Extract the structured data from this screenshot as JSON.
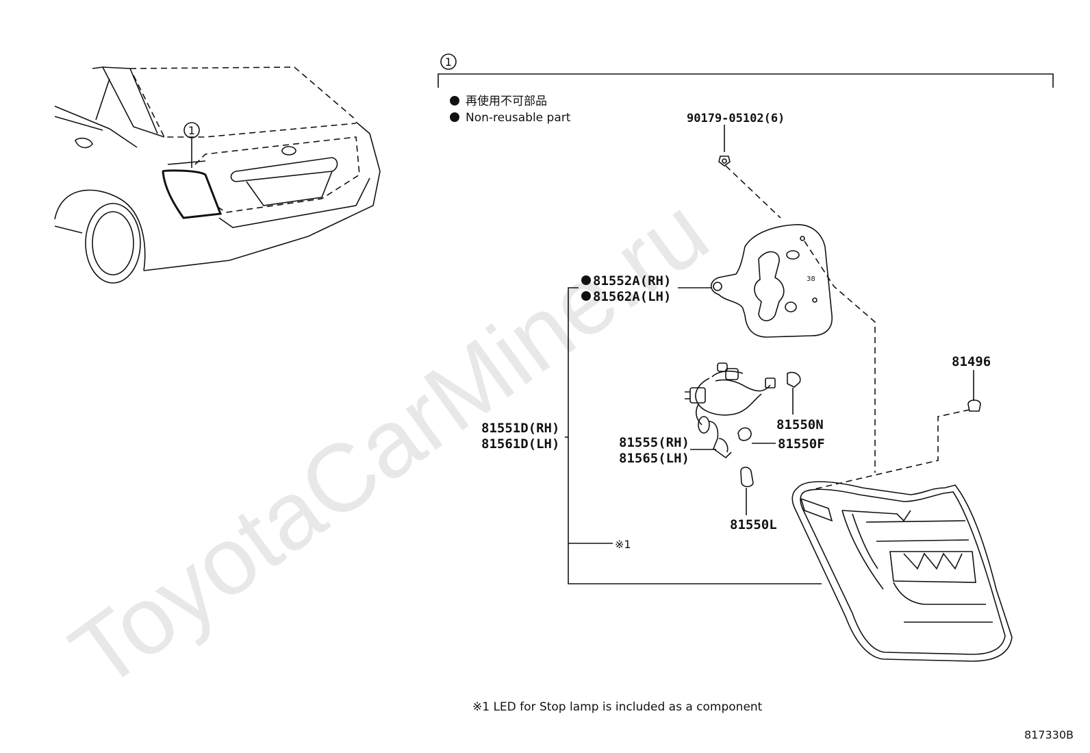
{
  "watermark": "ToyotaCarMine.ru",
  "callout_marker": "1",
  "legend": {
    "jp": "再使用不可部品",
    "en": "Non-reusable part"
  },
  "parts": {
    "bolt": "90179-05102(6)",
    "gasket_rh": "81552A(RH)",
    "gasket_lh": "81562A(LH)",
    "lamp_assy_rh": "81551D(RH)",
    "lamp_assy_lh": "81561D(LH)",
    "socket_rh": "81555(RH)",
    "socket_lh": "81565(LH)",
    "bulb_n": "81550N",
    "bulb_f": "81550F",
    "bulb_l": "81550L",
    "clip": "81496",
    "note_ref": "※1"
  },
  "footnote": "※1 LED for Stop lamp is included as a component",
  "diagram_code": "817330B"
}
